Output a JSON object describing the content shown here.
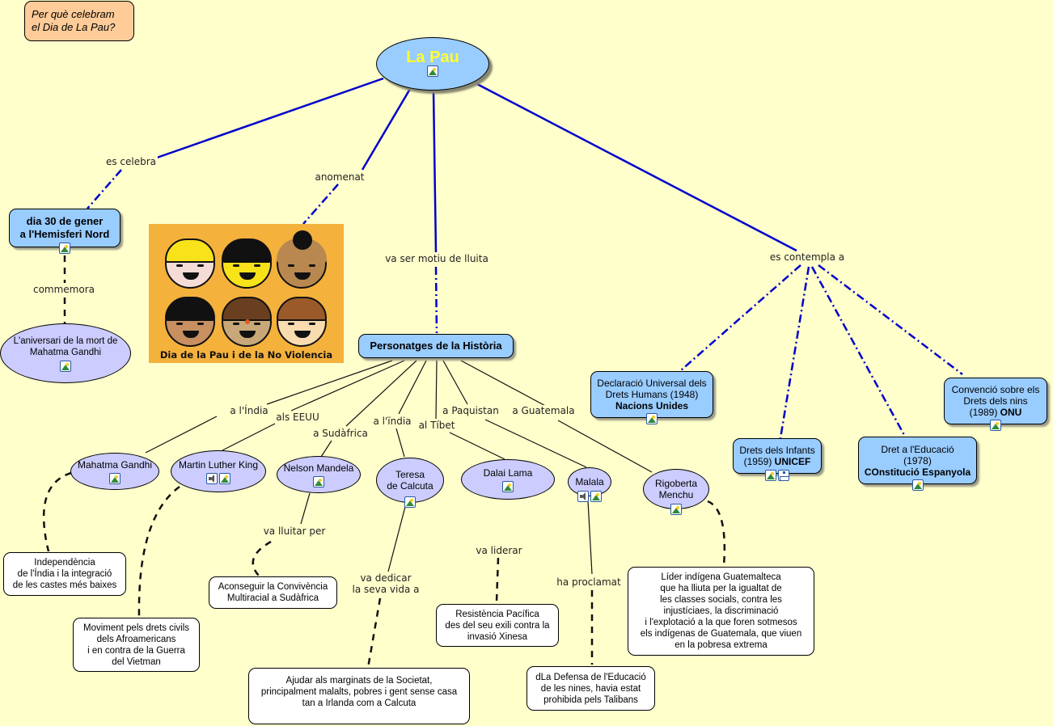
{
  "colors": {
    "background": "#ffffcc",
    "concept_blue": "#99ccff",
    "concept_lavender": "#ccccff",
    "question_peach": "#ffcc99",
    "title_text": "#ffff33",
    "link_blue": "#0000cc",
    "poster_orange": "#f4b13c"
  },
  "focus_question": "Per què celebram el Dia de La Pau?",
  "focus_question_lines": [
    "Per què celebram",
    "el Dia de La Pau?"
  ],
  "root": {
    "label": "La Pau",
    "resources": [
      "image-icon"
    ]
  },
  "nodes": {
    "dia30": {
      "lines": [
        "dia 30 de  gener",
        "a l'Hemisferi Nord"
      ],
      "resources": [
        "image-icon"
      ]
    },
    "aniversari": {
      "lines": [
        "L'aniversari de la mort de",
        "Mahatma Gandhi"
      ],
      "resources": [
        "image-icon"
      ]
    },
    "poster": {
      "caption": "Dia de la Pau i de la No Violencia"
    },
    "personatges": {
      "label": "Personatges de la Història"
    },
    "gandhi": {
      "label": "Mahatma Gandhi",
      "resources": [
        "image-icon"
      ]
    },
    "mlk": {
      "label": "Martin Luther King",
      "resources": [
        "sound-icon",
        "image-icon"
      ]
    },
    "mandela": {
      "label": "Nelson Mandela",
      "resources": [
        "image-icon"
      ]
    },
    "teresa": {
      "lines": [
        "Teresa",
        "de Calcuta"
      ],
      "resources": [
        "image-icon"
      ]
    },
    "dalai": {
      "label": "Dalai Lama",
      "resources": [
        "image-icon"
      ]
    },
    "malala": {
      "label": "Malala",
      "resources": [
        "sound-icon",
        "image-icon"
      ]
    },
    "rigoberta": {
      "lines": [
        "Rigoberta",
        "Menchu"
      ],
      "resources": [
        "image-icon"
      ]
    },
    "independencia": {
      "lines": [
        "Independència",
        "de l'Índia  i la integració",
        "de les castes més baixes"
      ]
    },
    "moviment": {
      "lines": [
        "Moviment pels drets civils",
        "dels Afroamericans",
        "i en contra de la Guerra",
        "del Vietman"
      ]
    },
    "convivencia": {
      "lines": [
        "Aconseguir la Convivència",
        "Multiracial a Sudàfrica"
      ]
    },
    "ajudar": {
      "lines": [
        "Ajudar als marginats de la Societat,",
        "principalment  malalts, pobres i gent sense casa",
        "tan a Irlanda com a Calcuta"
      ]
    },
    "resistencia": {
      "lines": [
        "Resistència Pacífica",
        "des del seu exili contra la",
        "invasió Xinesa"
      ]
    },
    "defensa": {
      "lines": [
        "dLa Defensa de l'Educació",
        "de les nines, havia estat",
        "prohibida pels Talibans"
      ]
    },
    "lider": {
      "lines": [
        "Líder indígena Guatemalteca",
        "que ha lliuta per la igualtat de",
        "les classes socials, contra les",
        "injustíciaes, la discriminació",
        "i l'explotació a la que foren sotmesos",
        "els indígenas de Guatemala, que viuen",
        "en la pobresa extrema"
      ]
    },
    "declaracio": {
      "lines": [
        "Declaració Universal dels",
        "Drets Humans (1948)"
      ],
      "bold": "Nacions Unides",
      "resources": [
        "image-icon"
      ]
    },
    "infants": {
      "lines": [
        "Drets dels Infants"
      ],
      "line2_prefix": "(1959) ",
      "bold": "UNICEF",
      "resources": [
        "image-icon",
        "concept-map-icon"
      ]
    },
    "educacio": {
      "lines": [
        "Dret a l'Educació",
        "(1978)"
      ],
      "bold": "COnstitució Espanyola",
      "resources": [
        "image-icon"
      ]
    },
    "convencio": {
      "lines": [
        "Convenció sobre els",
        "Drets dels nins"
      ],
      "line3_prefix": "(1989) ",
      "bold": "ONU",
      "resources": [
        "image-icon"
      ]
    }
  },
  "link_labels": {
    "es_celebra": "es celebra",
    "anomenat": "anomenat",
    "motiu": "va ser motiu de lluita",
    "contempla": "es  contempla a",
    "commemora": "commemora",
    "india": "a l'Índia",
    "eeuu": "als EEUU",
    "sudafrica": "a Sudàfrica",
    "india2": "a l'ïndia",
    "tibet": "al Tíbet",
    "paquistan": "a Paquistan",
    "guatemala": "a Guatemala",
    "lluitar": "va lluitar per",
    "dedicar": [
      "va dedicar",
      "la seva vida a"
    ],
    "liderar": "va liderar",
    "proclamat": "ha proclamat"
  }
}
